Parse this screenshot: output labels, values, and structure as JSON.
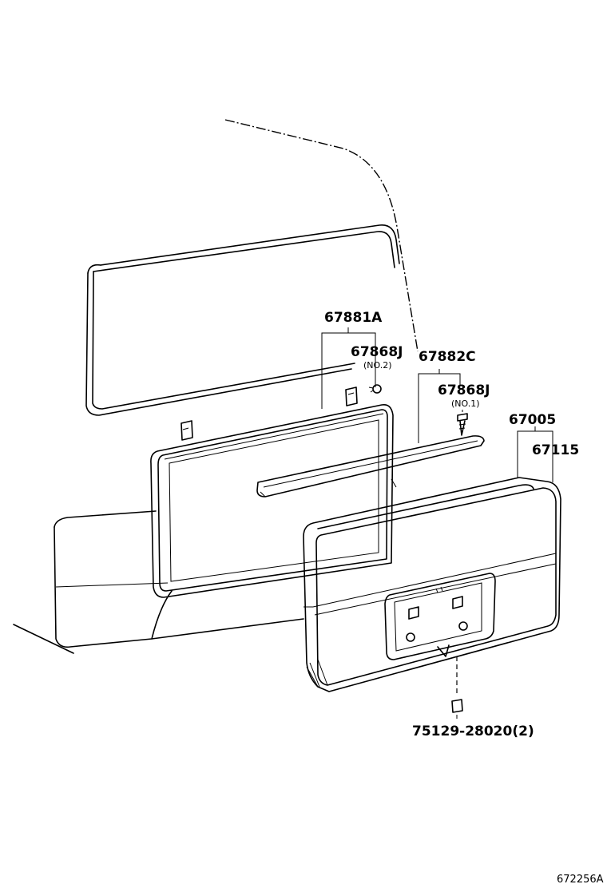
{
  "parts": {
    "p67881A": "67881A",
    "p67868J_2": "67868J",
    "p67868J_2_note": "(NO.2)",
    "p67882C": "67882C",
    "p67868J_1": "67868J",
    "p67868J_1_note": "(NO.1)",
    "p67005": "67005",
    "p67115": "67115",
    "p75129": "75129-28020(2)"
  },
  "diagram_code": "672256A"
}
